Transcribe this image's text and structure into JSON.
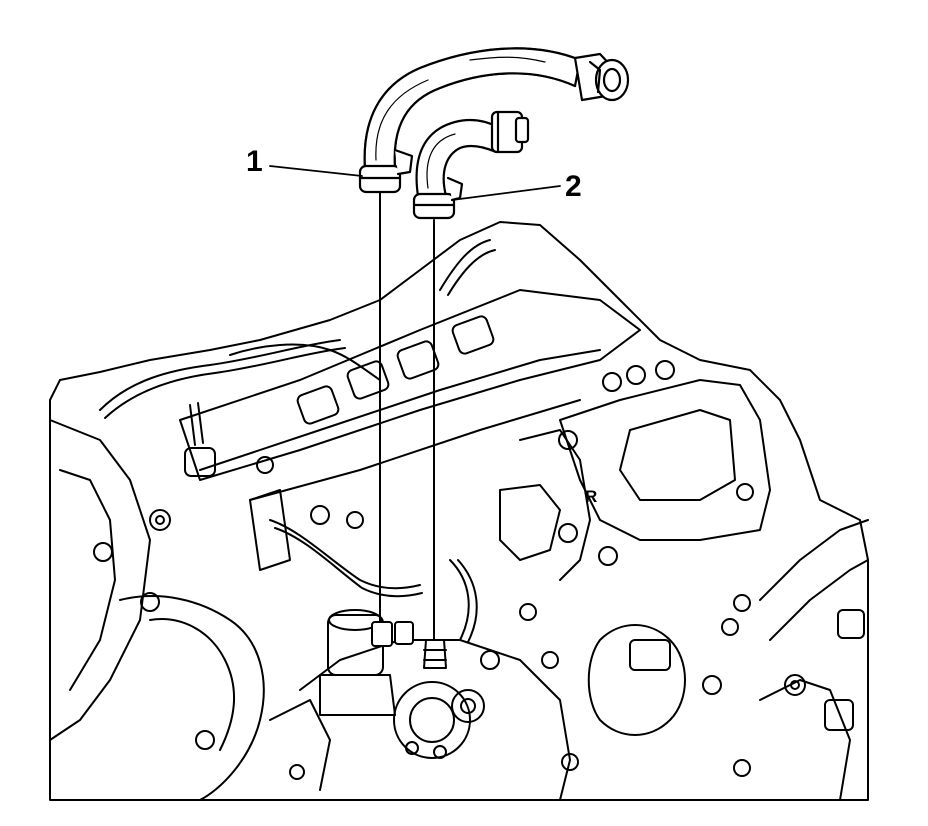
{
  "callouts": [
    {
      "label": "1"
    },
    {
      "label": "2"
    }
  ],
  "engine_marking": "R",
  "colors": {
    "line": "#000000",
    "fill": "#ffffff"
  }
}
